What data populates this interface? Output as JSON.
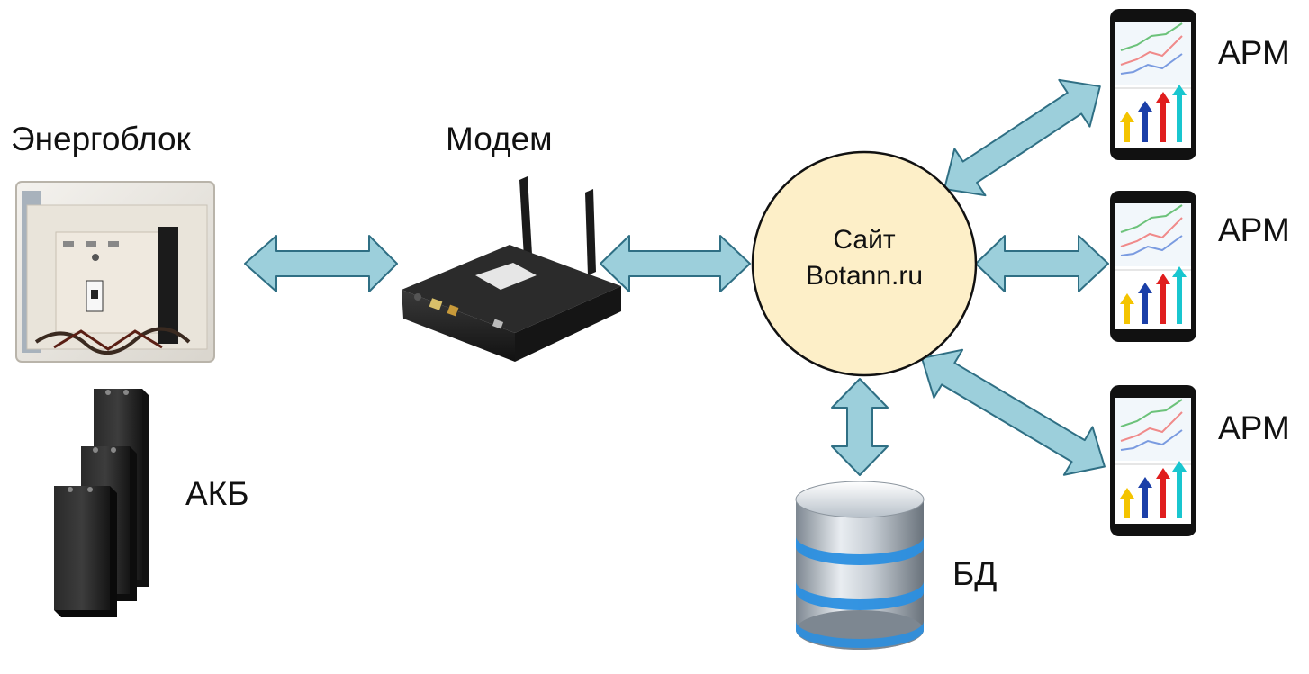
{
  "nodes": {
    "power_unit": {
      "label": "Энергоблок",
      "icon": "power-cabinet-icon"
    },
    "battery": {
      "label": "АКБ",
      "icon": "battery-bank-icon"
    },
    "modem": {
      "label": "Модем",
      "icon": "router-icon"
    },
    "site": {
      "line1": "Сайт",
      "line2": "Botann.ru",
      "fill": "#fdefc8",
      "stroke": "#111111"
    },
    "database": {
      "label": "БД",
      "icon": "database-icon"
    },
    "workstations": [
      {
        "label": "АРМ",
        "icon": "smartphone-chart-icon"
      },
      {
        "label": "АРМ",
        "icon": "smartphone-chart-icon"
      },
      {
        "label": "АРМ",
        "icon": "smartphone-chart-icon"
      }
    ]
  },
  "colors": {
    "arrow_fill": "#9ccfdb",
    "arrow_stroke": "#2f6f84",
    "db_ring": "#2b8fe0"
  }
}
